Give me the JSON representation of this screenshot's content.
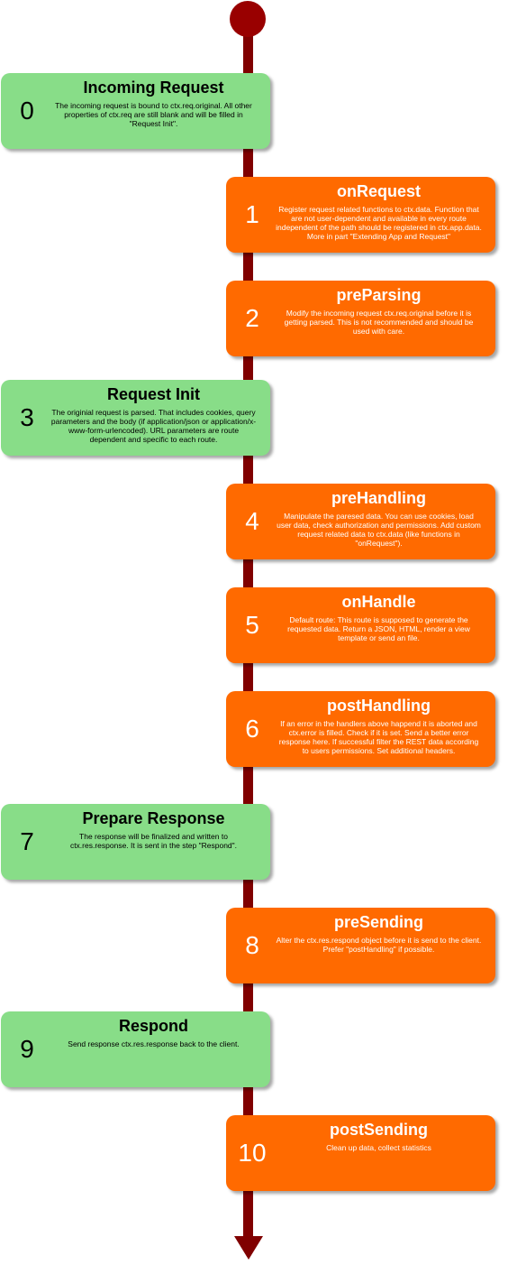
{
  "steps": [
    {
      "number": "0",
      "title": "Incoming Request",
      "description": "The incoming request is bound to ctx.req.original. All other properties of ctx.req are still blank and will be filled in \"Request Init\".",
      "kind": "core"
    },
    {
      "number": "1",
      "title": "onRequest",
      "description": "Register request related functions to ctx.data. Function that are not user-dependent and available in every route independent of the path should be registered in ctx.app.data. More in part \"Extending App and Request\"",
      "kind": "hook"
    },
    {
      "number": "2",
      "title": "preParsing",
      "description": "Modify the incoming request ctx.req.original before it is getting parsed. This is not recommended and should be used with care.",
      "kind": "hook"
    },
    {
      "number": "3",
      "title": "Request Init",
      "description": "The originial request is parsed. That includes cookies, query parameters and the body (if application/json or application/x-www-form-urlencoded). URL parameters are route dependent and specific to each route.",
      "kind": "core"
    },
    {
      "number": "4",
      "title": "preHandling",
      "description": "Manipulate the paresed data. You can use cookies, load user data, check authorization and permissions. Add custom request related data to ctx.data (like functions in \"onRequest\").",
      "kind": "hook"
    },
    {
      "number": "5",
      "title": "onHandle",
      "description": "Default route: This route is supposed to generate the requested data. Return a JSON, HTML, render a view template or send an file.",
      "kind": "hook"
    },
    {
      "number": "6",
      "title": "postHandling",
      "description": "If an error in the handlers above happend it is aborted and ctx.error is filled. Check if it is set. Send a better error response here. If successful filter the REST data according to users permissions. Set additional headers.",
      "kind": "hook"
    },
    {
      "number": "7",
      "title": "Prepare Response",
      "description": "The response will be finalized and written to ctx.res.response. It is sent in the step \"Respond\".",
      "kind": "core"
    },
    {
      "number": "8",
      "title": "preSending",
      "description": "Alter the ctx.res.respond object before it is send to the client. Prefer \"postHandling\" if possible.",
      "kind": "hook"
    },
    {
      "number": "9",
      "title": "Respond",
      "description": "Send response ctx.res.response back to the client.",
      "kind": "core"
    },
    {
      "number": "10",
      "title": "postSending",
      "description": "Clean up data, collect statistics",
      "kind": "hook"
    }
  ],
  "colors": {
    "core": "#88dd88",
    "hook": "#ff6a00",
    "timeline": "#800000",
    "start": "#990000"
  }
}
